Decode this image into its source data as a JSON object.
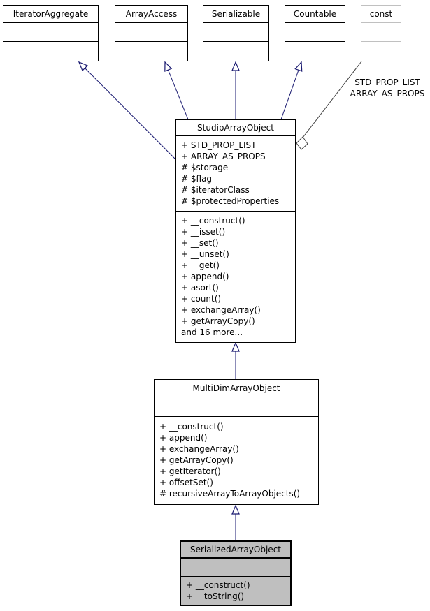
{
  "interfaces": [
    {
      "name": "IteratorAggregate"
    },
    {
      "name": "ArrayAccess"
    },
    {
      "name": "Serializable"
    },
    {
      "name": "Countable"
    }
  ],
  "const_box": {
    "name": "const",
    "label_line1": "STD_PROP_LIST",
    "label_line2": "ARRAY_AS_PROPS"
  },
  "classes": {
    "studip": {
      "name": "StudipArrayObject",
      "attributes": [
        "+ STD_PROP_LIST",
        "+ ARRAY_AS_PROPS",
        "# $storage",
        "# $flag",
        "# $iteratorClass",
        "# $protectedProperties"
      ],
      "methods": [
        "+ __construct()",
        "+ __isset()",
        "+ __set()",
        "+ __unset()",
        "+ __get()",
        "+ append()",
        "+ asort()",
        "+ count()",
        "+ exchangeArray()",
        "+ getArrayCopy()",
        "and 16 more..."
      ]
    },
    "multidim": {
      "name": "MultiDimArrayObject",
      "attributes": [],
      "methods": [
        "+ __construct()",
        "+ append()",
        "+ exchangeArray()",
        "+ getArrayCopy()",
        "+ getIterator()",
        "+ offsetSet()",
        "# recursiveArrayToArrayObjects()"
      ]
    },
    "serialized": {
      "name": "SerializedArrayObject",
      "attributes": [],
      "methods": [
        "+ __construct()",
        "+ __toString()"
      ]
    }
  },
  "colors": {
    "inheritance_arrow": "#191970",
    "usage_line": "#404040",
    "box_border": "#000000",
    "const_border": "#c0c0c0",
    "highlight_fill": "#bfbfbf",
    "background": "#ffffff"
  }
}
